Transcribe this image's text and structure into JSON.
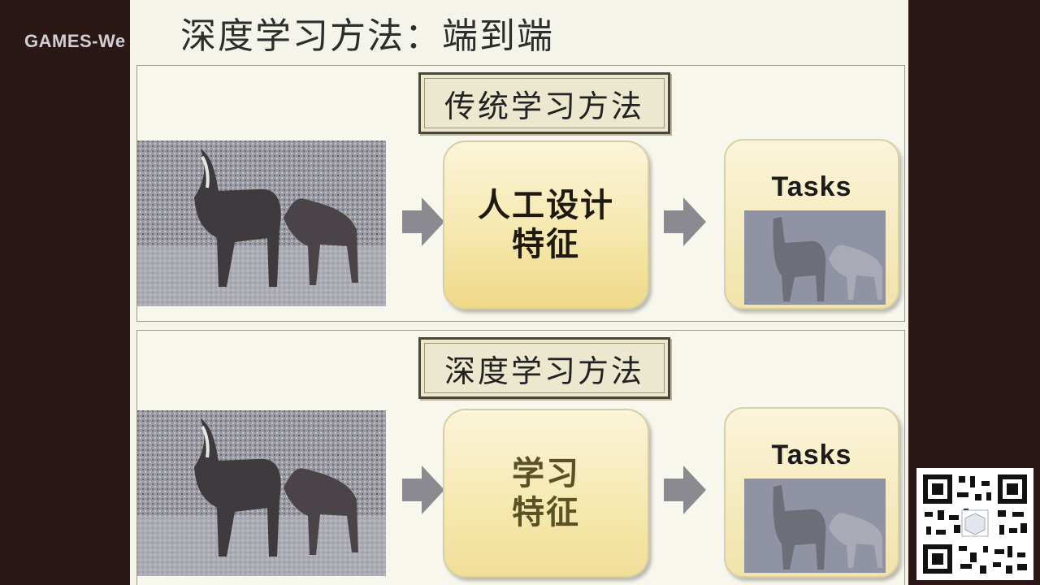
{
  "watermark": "GAMES-We",
  "slide": {
    "title": "深度学习方法：端到端",
    "panels": [
      {
        "label": "传统学习方法",
        "feature_lines": [
          "人工设计",
          "特征"
        ],
        "task_label": "Tasks"
      },
      {
        "label": "深度学习方法",
        "feature_lines": [
          "学习",
          "特征"
        ],
        "task_label": "Tasks"
      }
    ]
  },
  "colors": {
    "background": "#2a1716",
    "slide": "#f5f4ea",
    "arrow": "#8a8a90",
    "feature_box": "#f6e8ae",
    "segmentation_bg": "#8f93a4",
    "segmentation_fg": "#6e6e78"
  },
  "icons": {
    "arrow": "right-arrow-icon",
    "qr": "qr-code"
  }
}
